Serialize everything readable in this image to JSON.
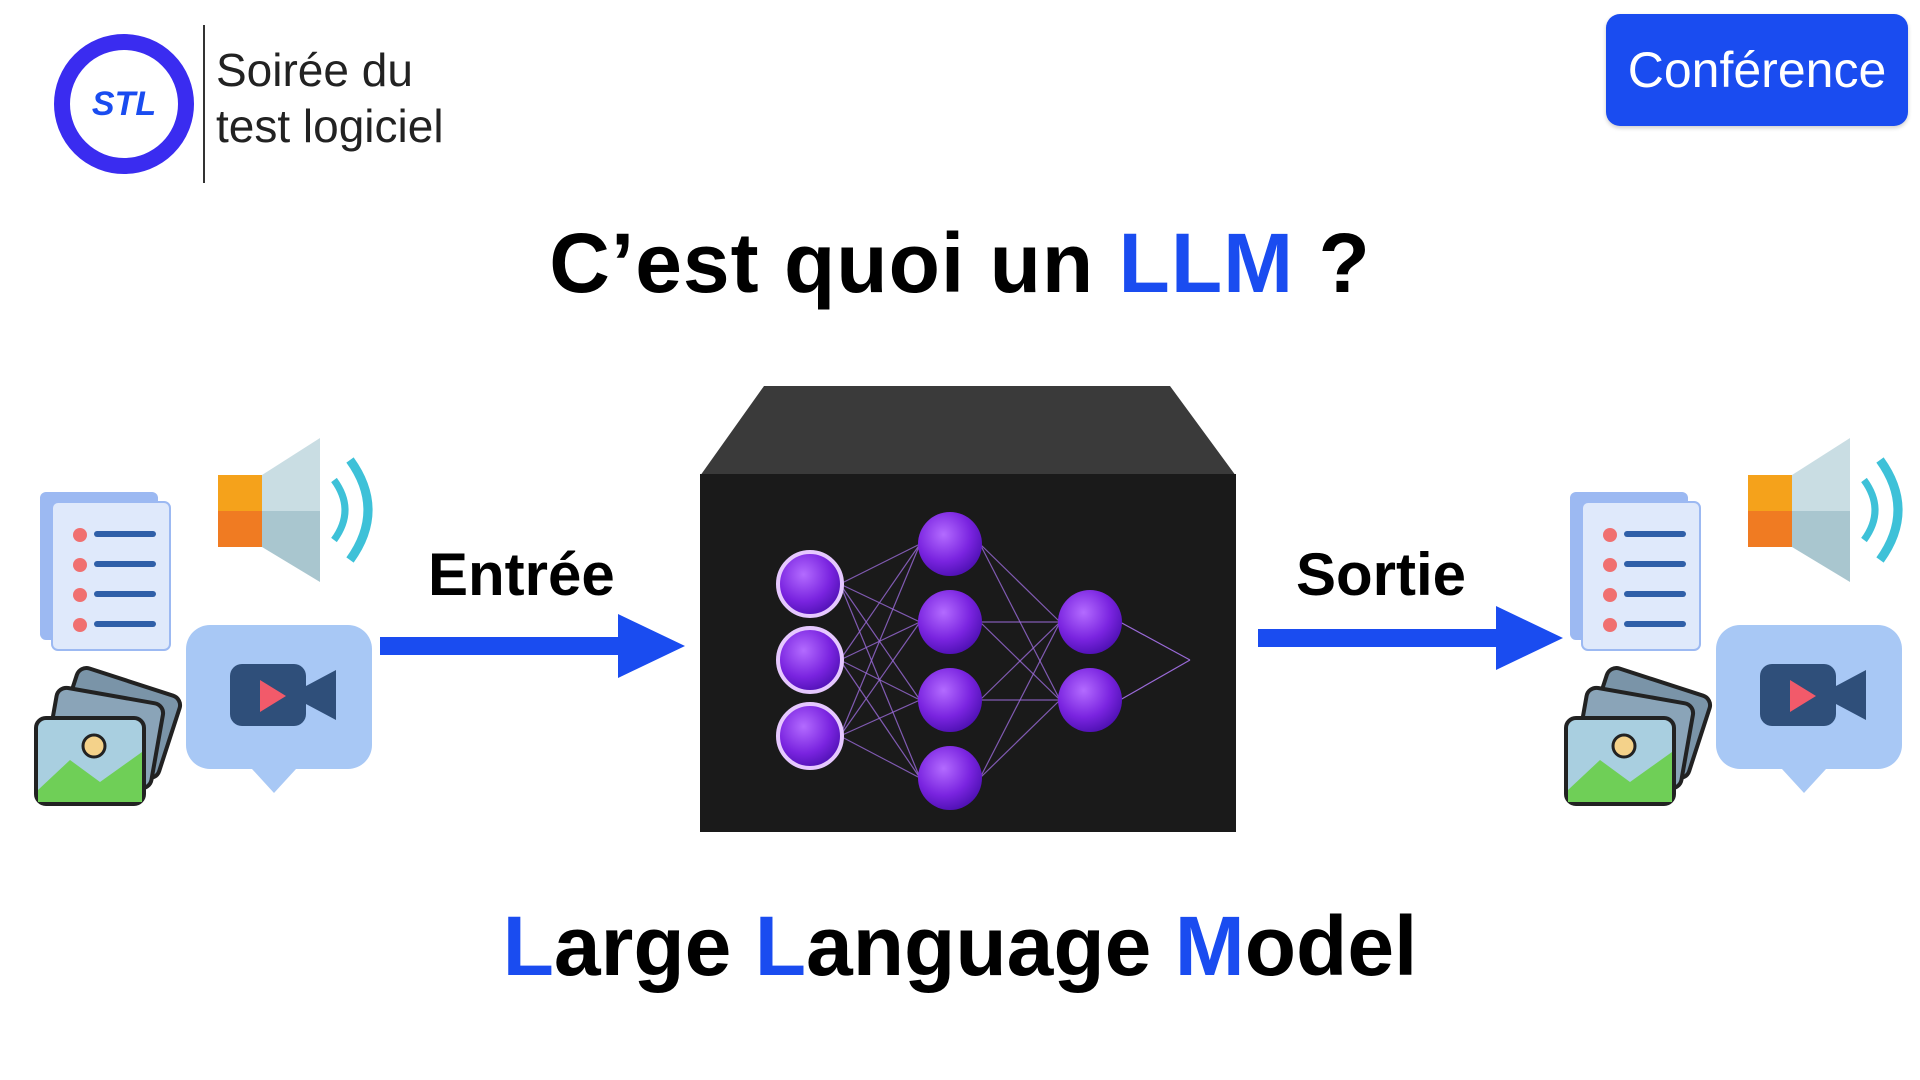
{
  "header": {
    "logo_text": "STL",
    "brand_line1": "Soirée du",
    "brand_line2": "test logiciel",
    "badge_label": "Conférence"
  },
  "title": {
    "before": "C’est quoi un ",
    "highlight": "LLM",
    "after": " ?"
  },
  "diagram": {
    "input_label": "Entrée",
    "output_label": "Sortie"
  },
  "footer": {
    "w1_initial": "L",
    "w1_rest": "arge ",
    "w2_initial": "L",
    "w2_rest": "anguage ",
    "w3_initial": "M",
    "w3_rest": "odel"
  },
  "colors": {
    "accent": "#1a4cf0",
    "box": "#1a1a1a",
    "neuron": "#8a2be2"
  },
  "icons": [
    "document-icon",
    "speaker-icon",
    "images-icon",
    "video-icon"
  ]
}
